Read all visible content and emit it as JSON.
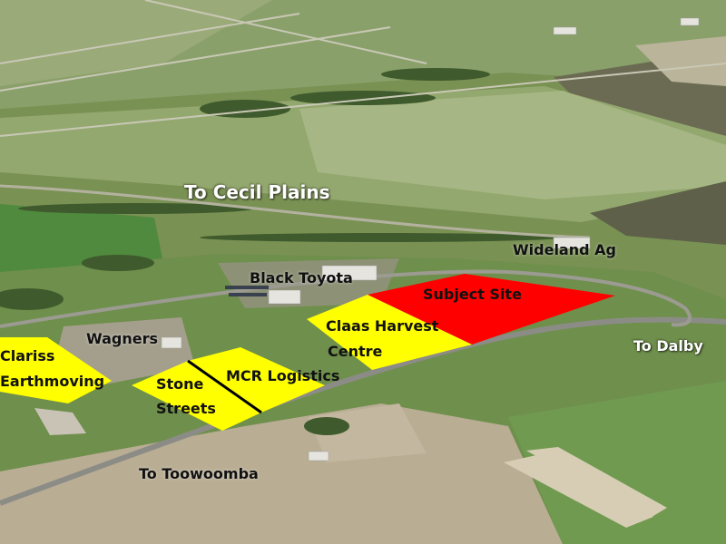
{
  "map": {
    "labels": {
      "to_cecil_plains": "To Cecil Plains",
      "wideland_ag": "Wideland Ag",
      "black_toyota": "Black Toyota",
      "subject_site": "Subject Site",
      "claas_line1": "Claas Harvest",
      "claas_line2": "Centre",
      "to_dalby": "To Dalby",
      "wagners": "Wagners",
      "clariss_line1": "Clariss",
      "clariss_line2": "Earthmoving",
      "mcr_logistics": "MCR Logistics",
      "stone_line1": "Stone",
      "stone_line2": "Streets",
      "to_toowoomba": "To Toowoomba"
    },
    "colors": {
      "subject_site": "#ff0000",
      "neighbour_sites": "#ffff00",
      "parcel_divider": "#000000",
      "road": "#8c8c86"
    }
  }
}
